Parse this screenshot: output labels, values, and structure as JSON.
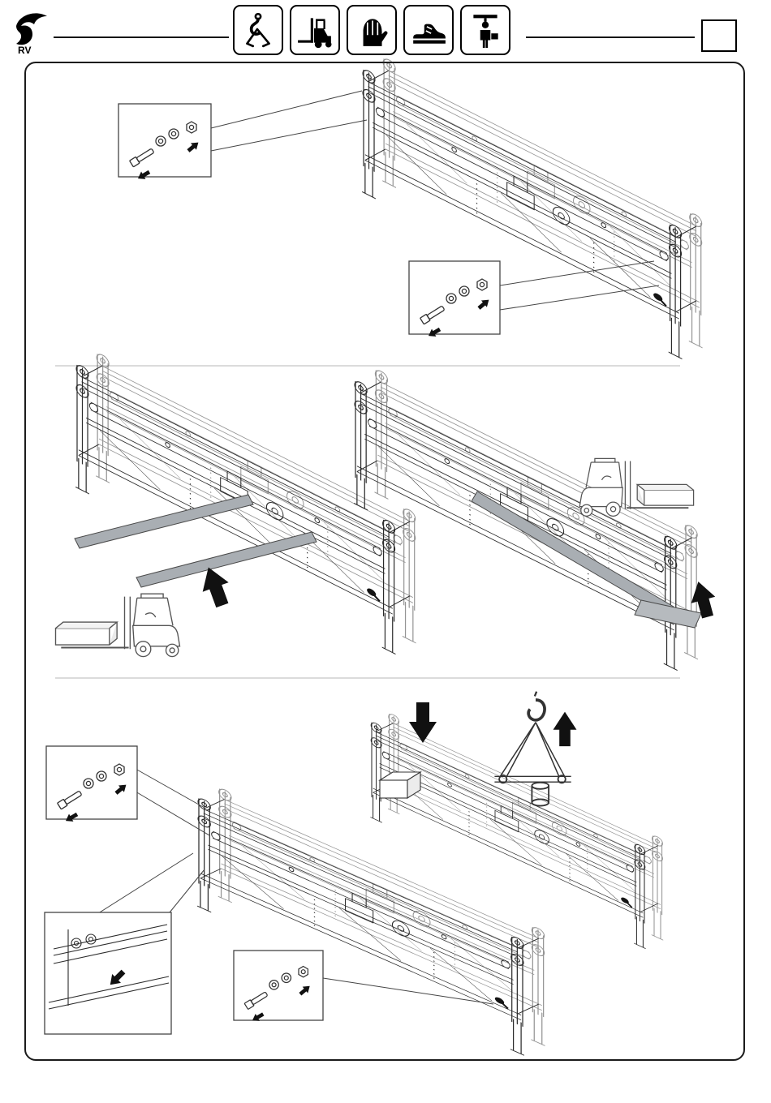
{
  "document": {
    "type": "assembly-instruction-sheet",
    "page_number_box_text": ""
  },
  "header": {
    "logo": {
      "text": "RV"
    },
    "safety_icons": [
      {
        "name": "crane-hook-sling-icon"
      },
      {
        "name": "forklift-icon"
      },
      {
        "name": "protective-gloves-icon"
      },
      {
        "name": "safety-shoes-icon"
      },
      {
        "name": "person-overhead-load-icon"
      }
    ]
  },
  "colors": {
    "line": "#2b2b2b",
    "light_line": "#8a8a8a",
    "fork_fill": "#a9aeb3",
    "separator": "#cfcfcf",
    "arrow": "#111111"
  },
  "steps": [
    {
      "id": 1,
      "figures": [
        "spreader-beam-frame",
        "hardware-callout-upper-left",
        "hardware-callout-lower-right"
      ],
      "hardware": [
        "hex-bolt",
        "lock-washer",
        "lock-washer",
        "hex-nut"
      ]
    },
    {
      "id": 2,
      "figures": [
        "beam-with-fork-blades",
        "forklift-side-view",
        "direction-arrow-up",
        "beam-with-fork-inserted",
        "forklift-side-view",
        "direction-arrow-up"
      ]
    },
    {
      "id": 3,
      "figures": [
        "upper-beam-being-lowered",
        "direction-arrow-down",
        "lifting-sling-with-hook",
        "direction-arrow-up",
        "main-beam-frame",
        "hardware-callout-upper-left",
        "corner-detail-view",
        "hardware-callout-lower-center"
      ],
      "hardware": [
        "hex-bolt",
        "lock-washer",
        "lock-washer",
        "hex-nut"
      ]
    }
  ]
}
